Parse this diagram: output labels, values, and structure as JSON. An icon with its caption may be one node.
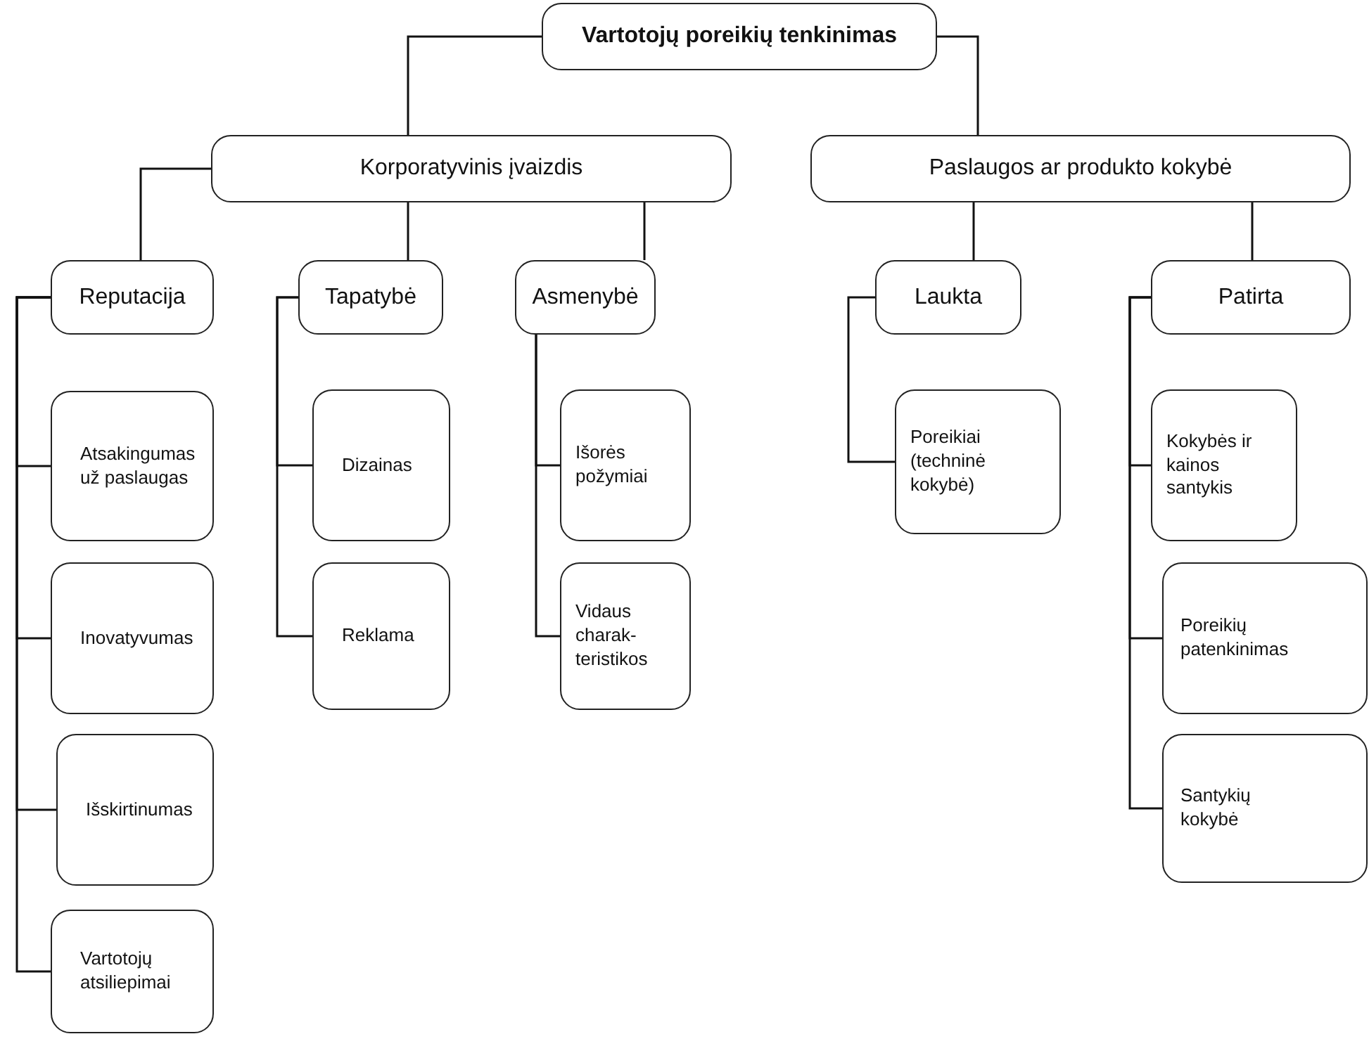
{
  "diagram": {
    "nodes": [
      {
        "text": [
          "Vartotojų poreikių tenkinimas"
        ]
      },
      {
        "text": [
          "Korporatyvinis įvaizdis"
        ]
      },
      {
        "text": [
          "Paslaugos ar produkto kokybė"
        ]
      },
      {
        "text": [
          "Reputacija"
        ]
      },
      {
        "text": [
          "Tapatybė"
        ]
      },
      {
        "text": [
          "Asmenybė"
        ]
      },
      {
        "text": [
          "Laukta"
        ]
      },
      {
        "text": [
          "Patirta"
        ]
      },
      {
        "text": [
          "Atsakingumas už paslaugas"
        ]
      },
      {
        "text": [
          "Inovatyvumas"
        ]
      },
      {
        "text": [
          "Išskirtinumas"
        ]
      },
      {
        "text": [
          "Vartotojų atsiliepimai"
        ]
      },
      {
        "text": [
          "Dizainas"
        ]
      },
      {
        "text": [
          "Reklama"
        ]
      },
      {
        "text": [
          "Išorės požymiai"
        ]
      },
      {
        "text": [
          "Vidaus charak- teristikos"
        ]
      },
      {
        "text": [
          "Poreikiai (techninė kokybė)"
        ]
      },
      {
        "text": [
          "Kokybės ir kainos santykis"
        ]
      },
      {
        "text": [
          "Poreikių patenkinimas"
        ]
      },
      {
        "text": [
          "Santykių kokybė"
        ]
      }
    ],
    "edges": [
      {
        "from": 0,
        "to": 1,
        "arrow": "none"
      },
      {
        "from": 0,
        "to": 2,
        "arrow": "none"
      },
      {
        "from": 1,
        "to": 3,
        "arrow": "none"
      },
      {
        "from": 1,
        "to": 4,
        "arrow": "none"
      },
      {
        "from": 1,
        "to": 5,
        "arrow": "none"
      },
      {
        "from": 2,
        "to": 6,
        "arrow": "none"
      },
      {
        "from": 2,
        "to": 7,
        "arrow": "none"
      },
      {
        "from": 3,
        "to": 8,
        "arrow": "none"
      },
      {
        "from": 3,
        "to": 9,
        "arrow": "none"
      },
      {
        "from": 3,
        "to": 10,
        "arrow": "none"
      },
      {
        "from": 3,
        "to": 11,
        "arrow": "none"
      },
      {
        "from": 4,
        "to": 12,
        "arrow": "none"
      },
      {
        "from": 4,
        "to": 13,
        "arrow": "none"
      },
      {
        "from": 5,
        "to": 14,
        "arrow": "none"
      },
      {
        "from": 5,
        "to": 15,
        "arrow": "none"
      },
      {
        "from": 6,
        "to": 16,
        "arrow": "none"
      },
      {
        "from": 7,
        "to": 17,
        "arrow": "none"
      },
      {
        "from": 7,
        "to": 18,
        "arrow": "none"
      },
      {
        "from": 7,
        "to": 19,
        "arrow": "none"
      }
    ]
  }
}
